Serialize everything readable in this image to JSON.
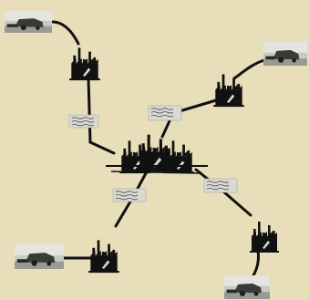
{
  "diagram": {
    "background": "#e8deb9",
    "ink": "#111111",
    "photo_fill": "#c9c9c4",
    "photo_sky": "#e4e4e0",
    "tag_fill": "#d9d9d6",
    "hub": {
      "name": "central-factory-hub"
    },
    "factories": [
      {
        "id": "factory-top-left"
      },
      {
        "id": "factory-top-right"
      },
      {
        "id": "factory-bottom-left"
      },
      {
        "id": "factory-bottom-right"
      }
    ],
    "harvester_photos": [
      {
        "id": "harvester-photo-top-left"
      },
      {
        "id": "harvester-photo-top-right"
      },
      {
        "id": "harvester-photo-bottom-left"
      },
      {
        "id": "harvester-photo-bottom-right"
      }
    ],
    "link_tags": [
      {
        "id": "link-tag-upper-left"
      },
      {
        "id": "link-tag-upper-right"
      },
      {
        "id": "link-tag-lower-left"
      },
      {
        "id": "link-tag-lower-right"
      }
    ]
  }
}
